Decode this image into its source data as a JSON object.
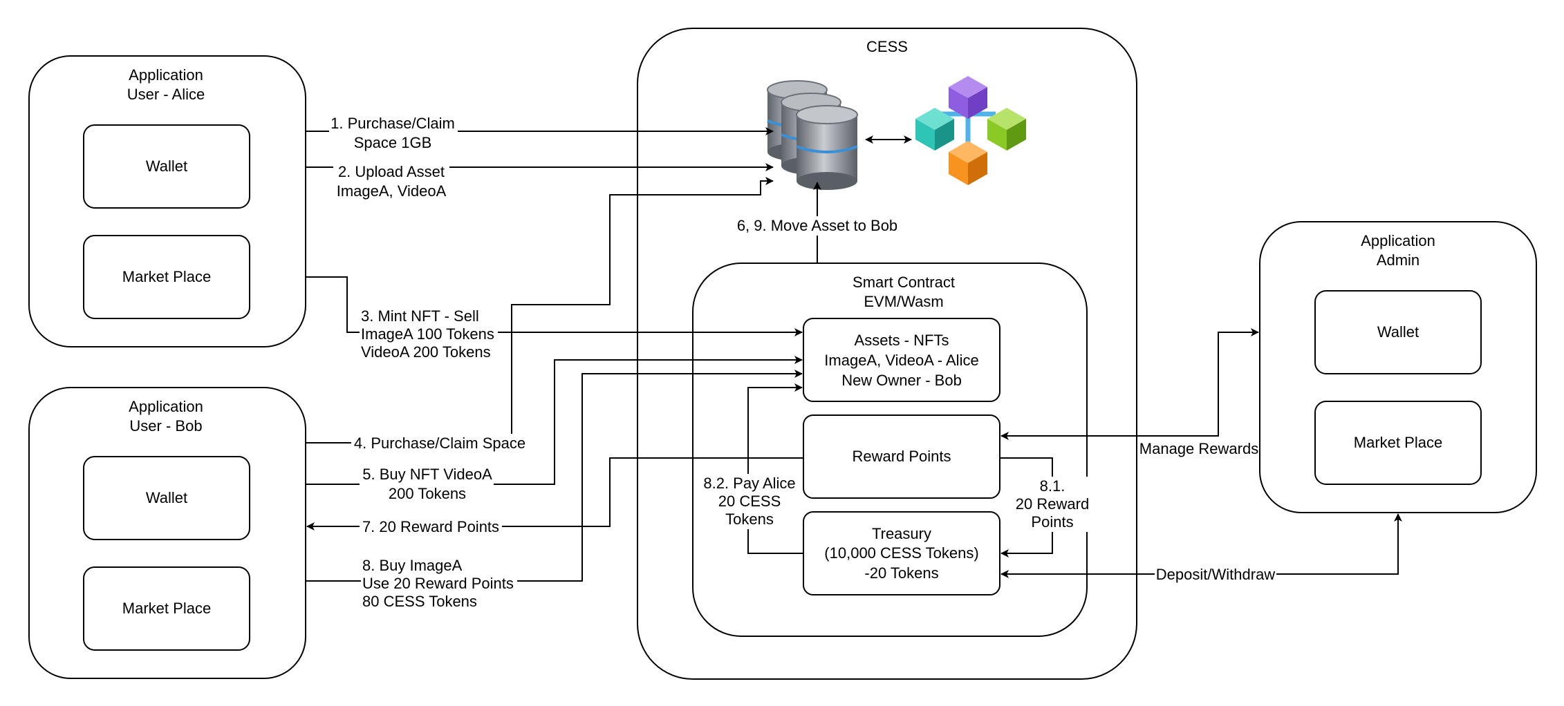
{
  "cess": {
    "title": "CESS"
  },
  "alice": {
    "title_line1": "Application",
    "title_line2": "User - Alice",
    "wallet": "Wallet",
    "marketplace": "Market Place"
  },
  "bob": {
    "title_line1": "Application",
    "title_line2": "User - Bob",
    "wallet": "Wallet",
    "marketplace": "Market Place"
  },
  "admin": {
    "title_line1": "Application",
    "title_line2": "Admin",
    "wallet": "Wallet",
    "marketplace": "Market Place"
  },
  "smart_contract": {
    "title_line1": "Smart Contract",
    "title_line2": "EVM/Wasm",
    "assets": [
      "Assets - NFTs",
      "ImageA, VideoA - Alice",
      "New Owner - Bob"
    ],
    "reward": "Reward Points",
    "treasury": [
      "Treasury",
      "(10,000 CESS Tokens)",
      "-20 Tokens"
    ]
  },
  "flows": {
    "f1": [
      "1. Purchase/Claim",
      "Space 1GB"
    ],
    "f2": [
      "2. Upload Asset",
      "ImageA, VideoA"
    ],
    "f3": [
      "3. Mint NFT - Sell",
      "ImageA 100 Tokens",
      "VideoA 200 Tokens"
    ],
    "f4": "4. Purchase/Claim Space",
    "f5": [
      "5. Buy NFT VideoA",
      "200 Tokens"
    ],
    "f7": "7. 20 Reward Points",
    "f8": [
      "8. Buy ImageA",
      "Use 20 Reward Points",
      "80 CESS Tokens"
    ],
    "f69": "6, 9. Move Asset to Bob",
    "f81": [
      "8.1.",
      "20 Reward",
      "Points"
    ],
    "f82": [
      "8.2. Pay Alice",
      "20 CESS",
      "Tokens"
    ],
    "manage": "Manage Rewards",
    "deposit": "Deposit/Withdraw"
  },
  "icons": {
    "storage": "database-stack-icon",
    "blockchain": "blockchain-cubes-icon"
  },
  "colors": {
    "cube_purple": "#9b5de5",
    "cube_teal": "#2ec4b6",
    "cube_green": "#8ac926",
    "cube_orange": "#f7931e",
    "db_gray": "#8a8f96",
    "db_blue": "#3a8fd6"
  }
}
